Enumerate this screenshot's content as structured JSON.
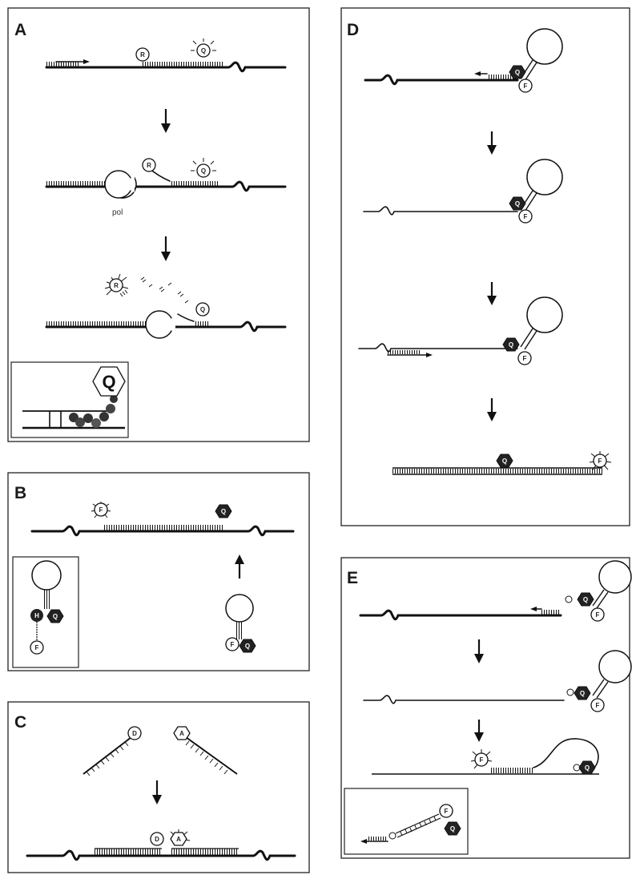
{
  "panels": {
    "A": {
      "label": "A",
      "reporter": "R",
      "quencher": "Q",
      "polymerase": "pol",
      "inset_quencher": "Q"
    },
    "B": {
      "label": "B",
      "fluor": "F",
      "quencher": "Q",
      "inset_h": "H",
      "inset_q": "Q",
      "inset_f": "F",
      "beacon_f": "F",
      "beacon_q": "Q"
    },
    "C": {
      "label": "C",
      "donor": "D",
      "acceptor": "A",
      "donor_bound": "D",
      "acceptor_bound": "A"
    },
    "D": {
      "label": "D",
      "step1_q": "Q",
      "step1_f": "F",
      "step2_q": "Q",
      "step2_f": "F",
      "step3_q": "Q",
      "step3_f": "F",
      "step4_q": "Q",
      "step4_f": "F"
    },
    "E": {
      "label": "E",
      "step1_q": "Q",
      "step1_f": "F",
      "step2_q": "Q",
      "step2_f": "F",
      "step3_f": "F",
      "step3_q": "Q",
      "inset_f": "F",
      "inset_q": "Q"
    }
  }
}
